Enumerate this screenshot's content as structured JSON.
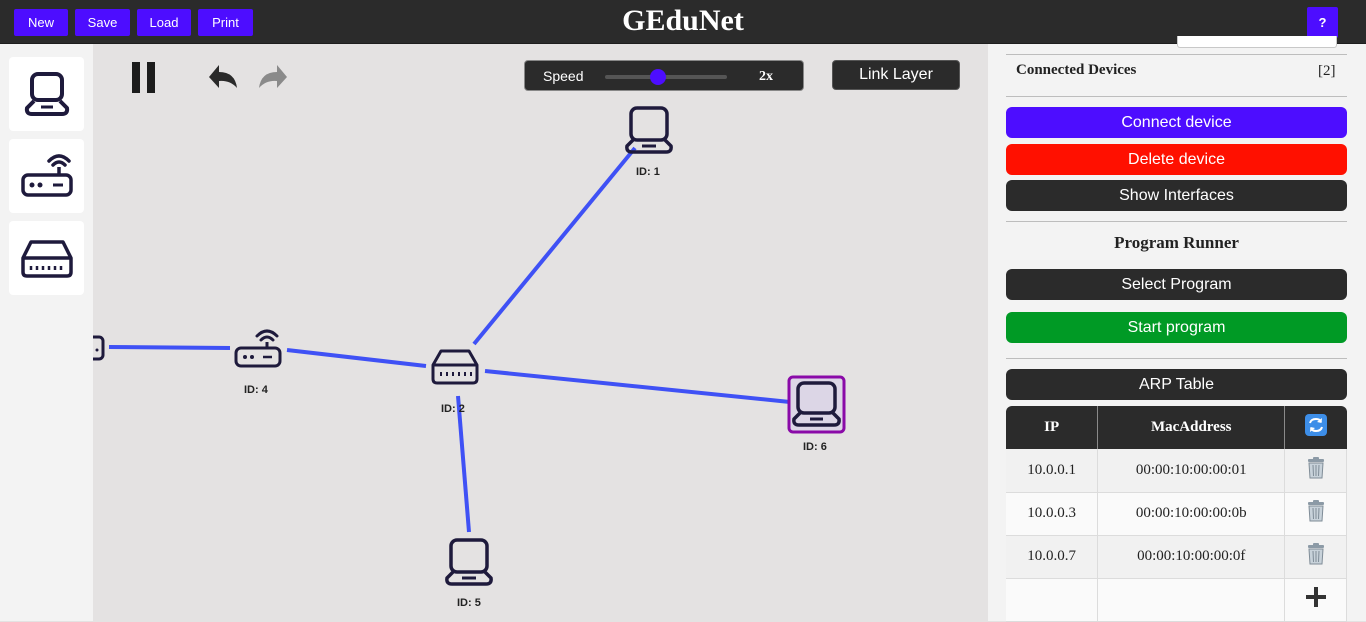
{
  "toolbar": {
    "new": "New",
    "save": "Save",
    "load": "Load",
    "print": "Print",
    "help": "?"
  },
  "app": {
    "title": "GEduNet"
  },
  "palette": {
    "items": [
      "laptop-icon",
      "router-icon",
      "switch-icon"
    ]
  },
  "canvas": {
    "speed_label": "Speed",
    "speed_value": "2x",
    "speed_slider_level": 0.4,
    "link_layer_label": "Link Layer",
    "nodes": [
      {
        "label": "ID: 1",
        "type": "laptop"
      },
      {
        "label": "ID: 2",
        "type": "switch"
      },
      {
        "label": "ID: 4",
        "type": "router"
      },
      {
        "label": "ID: 5",
        "type": "laptop"
      },
      {
        "label": "ID: 6",
        "type": "laptop",
        "selected": true
      }
    ],
    "edge_color": "#3f51f5"
  },
  "panel": {
    "connected_devices_label": "Connected Devices",
    "connected_devices_count": "[2]",
    "connect_device": "Connect device",
    "delete_device": "Delete device",
    "show_interfaces": "Show Interfaces",
    "program_runner_title": "Program Runner",
    "select_program": "Select Program",
    "start_program": "Start program",
    "arp_table": "ARP Table",
    "arp_headers": {
      "ip": "IP",
      "mac": "MacAddress"
    },
    "arp_rows": [
      {
        "ip": "10.0.0.1",
        "mac": "00:00:10:00:00:01"
      },
      {
        "ip": "10.0.0.3",
        "mac": "00:00:10:00:00:0b"
      },
      {
        "ip": "10.0.0.7",
        "mac": "00:00:10:00:00:0f"
      }
    ]
  },
  "colors": {
    "accent": "#4d0dff",
    "danger": "#ff1000",
    "success": "#009a25",
    "dark": "#2b2b2b",
    "selected": "#8a0aa8"
  }
}
